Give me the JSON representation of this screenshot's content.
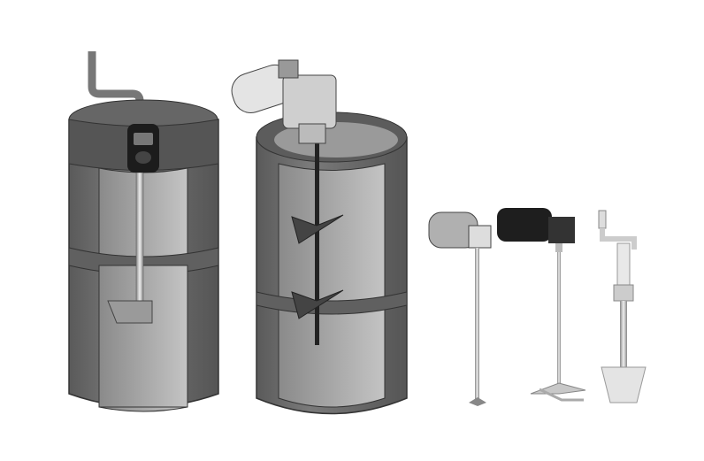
{
  "scene": {
    "background": "#ffffff",
    "colors": {
      "tank_body": "#6e6e6e",
      "tank_dark": "#4a4a4a",
      "tank_light": "#9a9a9a",
      "tank_inner": "#b5b5b5",
      "metal": "#c8c8c8",
      "motor_dark": "#2a2a2a"
    },
    "objects": [
      "tank-with-dosing-pump",
      "tank-with-gear-motor-agitator",
      "electric-mixer-small",
      "electric-mixer-propeller",
      "manual-crank-mixer"
    ]
  }
}
